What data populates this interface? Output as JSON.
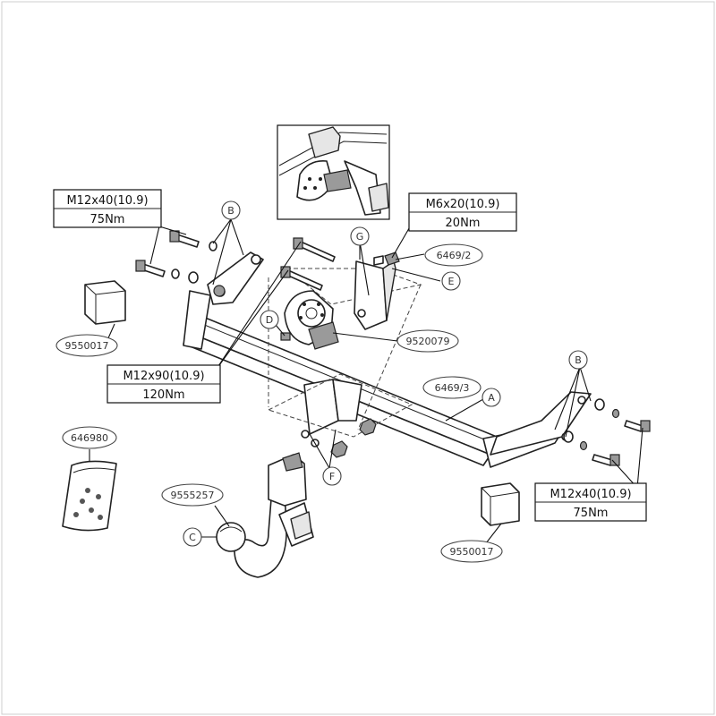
{
  "callouts": {
    "spec_top_left": {
      "size": "M12x40(10.9)",
      "torque": "75Nm"
    },
    "spec_center": {
      "size": "M12x90(10.9)",
      "torque": "120Nm"
    },
    "spec_top_right": {
      "size": "M6x20(10.9)",
      "torque": "20Nm"
    },
    "spec_bottom_right": {
      "size": "M12x40(10.9)",
      "torque": "75Nm"
    }
  },
  "part_numbers": {
    "left_box": "9550017",
    "right_box": "9550017",
    "bracket": "6469/2",
    "socket": "9520079",
    "crossbar": "6469/3",
    "bag": "646980",
    "ball": "9555257"
  },
  "letters": {
    "b_left": "B",
    "b_right": "B",
    "g": "G",
    "e": "E",
    "d": "D",
    "a": "A",
    "f": "F",
    "c": "C"
  }
}
